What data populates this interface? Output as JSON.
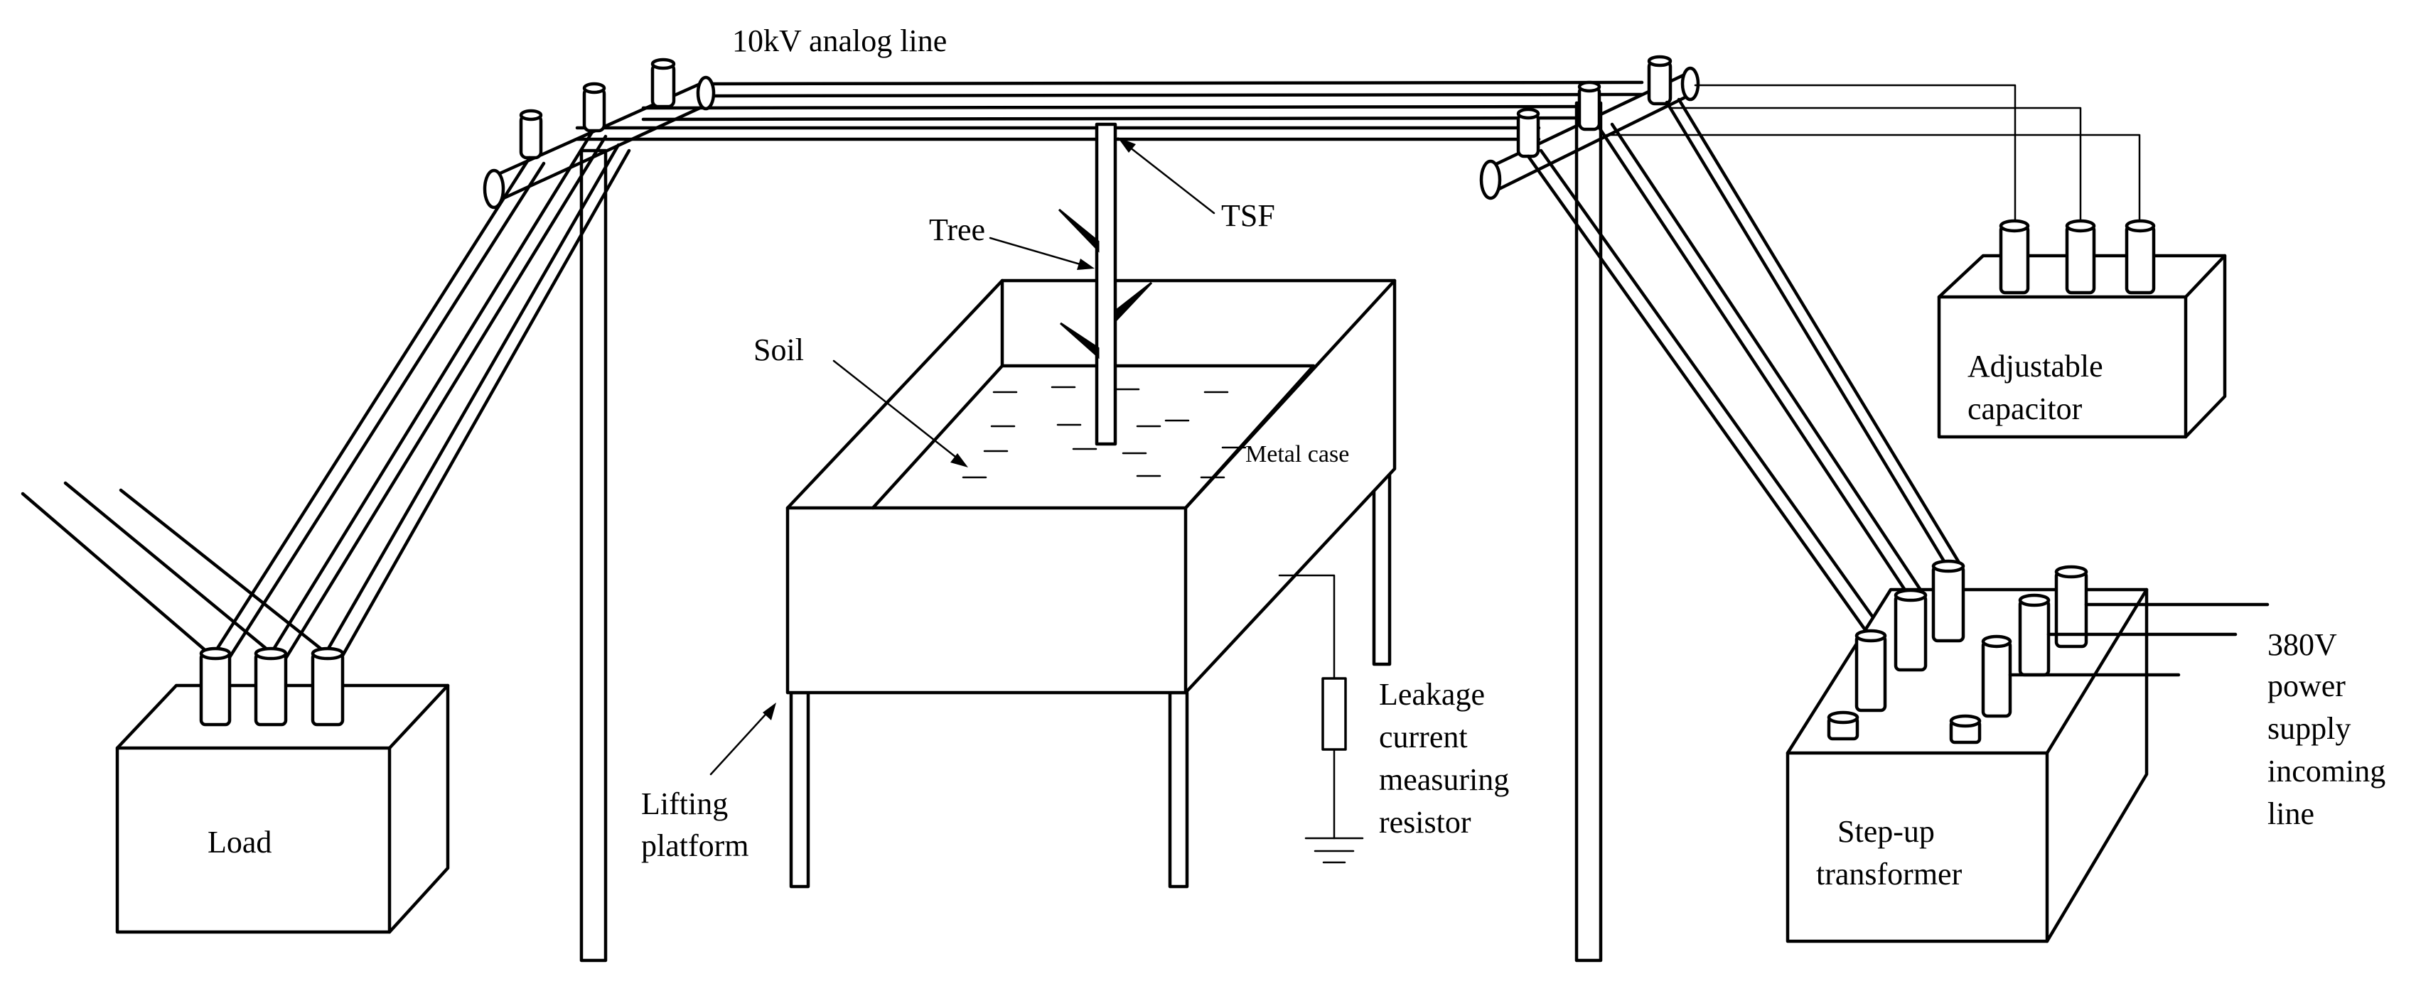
{
  "labels": {
    "line": "10kV analog line",
    "tsf": "TSF",
    "tree": "Tree",
    "soil": "Soil",
    "metal_case": "Metal case",
    "lifting_1": "Lifting",
    "lifting_2": "platform",
    "load": "Load",
    "leak_1": "Leakage",
    "leak_2": "current",
    "leak_3": "measuring",
    "leak_4": "resistor",
    "cap_1": "Adjustable",
    "cap_2": "capacitor",
    "trans_1": "Step-up",
    "trans_2": "transformer",
    "supply_1": "380V",
    "supply_2": "power",
    "supply_3": "supply",
    "supply_4": "incoming",
    "supply_5": "line"
  },
  "colors": {
    "stroke": "#000000",
    "background": "#ffffff"
  }
}
